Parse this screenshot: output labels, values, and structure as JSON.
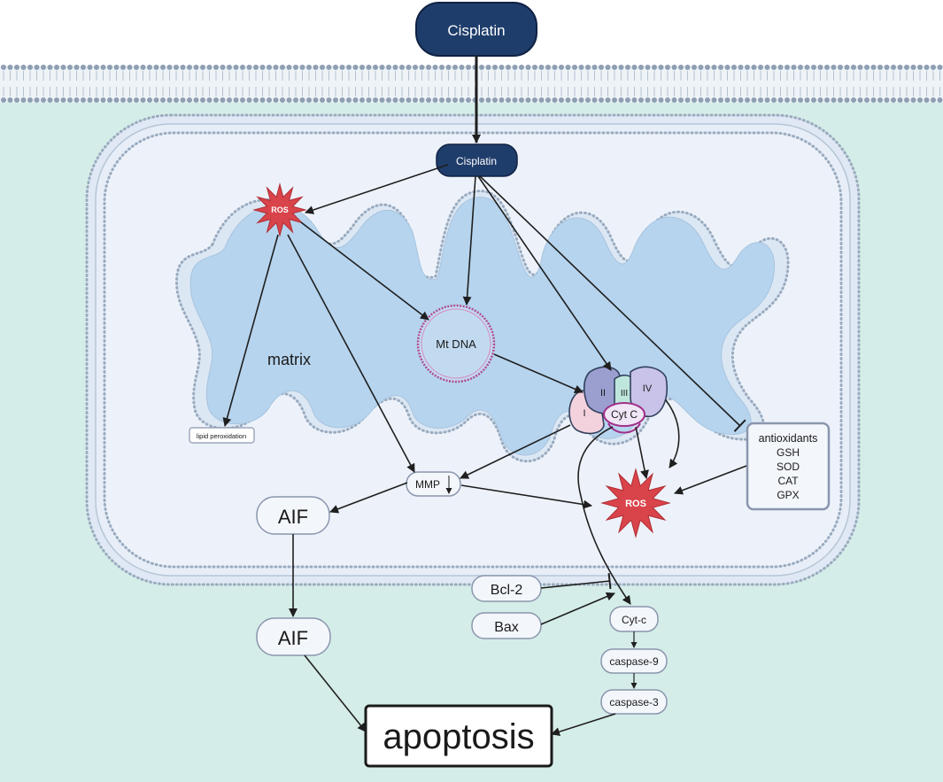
{
  "colors": {
    "cytoplasm": "#d5ede8",
    "membrane_head": "#8e9fb3",
    "membrane_band": "#eef3f7",
    "mito_inner_space": "#edf2fa",
    "matrix": "#b6d4ee",
    "matrix_edge": "#9db8d2",
    "dark_node": "#1f3d6b",
    "ros": "#d9434a",
    "dna_ring": "#b04b93",
    "arrow": "#1f1f1f",
    "node_border": "#8a96ad"
  },
  "nodes": {
    "cisplatin_top": "Cisplatin",
    "cisplatin_inner": "Cisplatin",
    "ros_1": "ROS",
    "ros_2": "ROS",
    "matrix": "matrix",
    "mt_dna": "Mt DNA",
    "lipid_peroxidation": "lipid peroxidation",
    "complex_i": "I",
    "complex_ii": "II",
    "complex_iii": "III",
    "complex_iv": "IV",
    "cyt_c_inner": "Cyt C",
    "mmp": "MMP",
    "aif_inner": "AIF",
    "aif_outer": "AIF",
    "bcl2": "Bcl-2",
    "bax": "Bax",
    "cyt_c_outer": "Cyt-c",
    "caspase9": "caspase-9",
    "caspase3": "caspase-3",
    "apoptosis": "apoptosis"
  },
  "antioxidants": {
    "title": "antioxidants",
    "items": [
      "GSH",
      "SOD",
      "CAT",
      "GPX"
    ]
  }
}
